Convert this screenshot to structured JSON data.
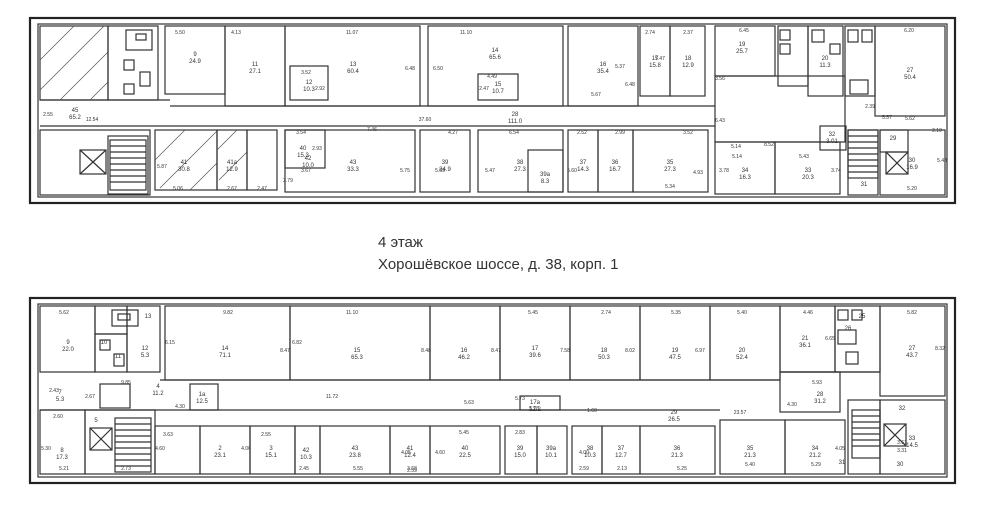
{
  "caption": {
    "floor": "4 этаж",
    "address": "Хорошёвское шоссе,  д. 38, корп. 1"
  },
  "top_plan": {
    "rooms": [
      {
        "n": "9",
        "a": "24.9"
      },
      {
        "n": "11",
        "a": "27.1"
      },
      {
        "n": "12",
        "a": "10.3"
      },
      {
        "n": "13",
        "a": "60.4"
      },
      {
        "n": "14",
        "a": "65.6"
      },
      {
        "n": "15",
        "a": "10.7"
      },
      {
        "n": "16",
        "a": "35.4"
      },
      {
        "n": "17",
        "a": "15.8"
      },
      {
        "n": "18",
        "a": "12.9"
      },
      {
        "n": "19",
        "a": "25.7"
      },
      {
        "n": "20",
        "a": "11.3"
      },
      {
        "n": "27",
        "a": "50.4"
      },
      {
        "n": "28",
        "a": "111.0"
      },
      {
        "n": "45",
        "a": "65.2"
      },
      {
        "n": "41",
        "a": "30.8"
      },
      {
        "n": "41a",
        "a": "12.9"
      },
      {
        "n": "40",
        "a": "15.3"
      },
      {
        "n": "42",
        "a": "10.0"
      },
      {
        "n": "43",
        "a": "33.3"
      },
      {
        "n": "39",
        "a": "24.9"
      },
      {
        "n": "38",
        "a": "27.3"
      },
      {
        "n": "39a",
        "a": "8.3"
      },
      {
        "n": "37",
        "a": "14.3"
      },
      {
        "n": "36",
        "a": "16.7"
      },
      {
        "n": "35",
        "a": "27.3"
      },
      {
        "n": "34",
        "a": "16.3"
      },
      {
        "n": "33",
        "a": "20.3"
      },
      {
        "n": "32",
        "a": "3.01"
      },
      {
        "n": "30",
        "a": "16.9"
      },
      {
        "n": "29",
        "a": ""
      },
      {
        "n": "31",
        "a": ""
      }
    ],
    "dims": [
      "5.50",
      "4.13",
      "11.07",
      "11.10",
      "6.45",
      "6.20",
      "2.74",
      "2.37",
      "3.52",
      "2.92",
      "6.48",
      "6.50",
      "5.67",
      "4.49",
      "2.47",
      "5.47",
      "5.37",
      "6.48",
      "3.56",
      "2.55",
      "12.54",
      "37.60",
      "7.46",
      "4.27",
      "6.54",
      "2.52",
      "2.99",
      "3.52",
      "6.43",
      "2.39",
      "5.57",
      "3.54",
      "2.93",
      "3.67",
      "5.75",
      "5.09",
      "5.47",
      "5.60",
      "5.34",
      "4.93",
      "5.14",
      "8.52",
      "5.43",
      "3.74",
      "3.78",
      "5.20",
      "5.62",
      "5.06",
      "2.67",
      "2.47",
      "5.87",
      "2.79",
      "2.10",
      "5.48",
      "5.14"
    ]
  },
  "bottom_plan": {
    "rooms": [
      {
        "n": "9",
        "a": "22.0"
      },
      {
        "n": "10",
        "a": ""
      },
      {
        "n": "11",
        "a": ""
      },
      {
        "n": "13",
        "a": ""
      },
      {
        "n": "12",
        "a": "5.3"
      },
      {
        "n": "14",
        "a": "71.1"
      },
      {
        "n": "15",
        "a": "65.3"
      },
      {
        "n": "16",
        "a": "46.2"
      },
      {
        "n": "17",
        "a": "39.6"
      },
      {
        "n": "18",
        "a": "50.3"
      },
      {
        "n": "19",
        "a": "47.5"
      },
      {
        "n": "20",
        "a": "52.4"
      },
      {
        "n": "21",
        "a": "36.1"
      },
      {
        "n": "25",
        "a": ""
      },
      {
        "n": "26",
        "a": ""
      },
      {
        "n": "27",
        "a": "43.7"
      },
      {
        "n": "28",
        "a": "31.2"
      },
      {
        "n": "8",
        "a": "17.3"
      },
      {
        "n": "7",
        "a": "5.3"
      },
      {
        "n": "4",
        "a": "11.2"
      },
      {
        "n": "1a",
        "a": "12.5"
      },
      {
        "n": "17a",
        "a": "12.2"
      },
      {
        "n": "29",
        "a": "26.5"
      },
      {
        "n": "5",
        "a": ""
      },
      {
        "n": "2",
        "a": "23.1"
      },
      {
        "n": "3",
        "a": "15.1"
      },
      {
        "n": "42",
        "a": "10.3"
      },
      {
        "n": "43",
        "a": "23.8"
      },
      {
        "n": "41",
        "a": "12.4"
      },
      {
        "n": "40",
        "a": "22.5"
      },
      {
        "n": "39",
        "a": "15.0"
      },
      {
        "n": "39a",
        "a": "10.1"
      },
      {
        "n": "38",
        "a": "10.3"
      },
      {
        "n": "37",
        "a": "12.7"
      },
      {
        "n": "36",
        "a": "21.3"
      },
      {
        "n": "35",
        "a": "21.3"
      },
      {
        "n": "34",
        "a": "21.2"
      },
      {
        "n": "32",
        "a": ""
      },
      {
        "n": "33",
        "a": "14.5"
      },
      {
        "n": "31",
        "a": ""
      },
      {
        "n": "30",
        "a": ""
      }
    ],
    "dims": [
      "5.62",
      "9.82",
      "11.10",
      "5.45",
      "2.74",
      "5.35",
      "5.40",
      "4.46",
      "5.82",
      "6.15",
      "6.82",
      "8.47",
      "8.48",
      "8.47",
      "7.58",
      "8.02",
      "6.97",
      "6.65",
      "8.32",
      "9.85",
      "2.67",
      "2.43",
      "4.30",
      "11.72",
      "5.63",
      "5.73",
      "5.78",
      "1.60",
      "23.57",
      "5.93",
      "4.30",
      "2.60",
      "5.30",
      "5.21",
      "2.73",
      "3.63",
      "4.60",
      "2.55",
      "4.06",
      "5.45",
      "2.83",
      "4.60",
      "3.68",
      "4.05",
      "4.00",
      "5.25",
      "2.59",
      "2.13",
      "5.40",
      "5.29",
      "3.61",
      "3.31",
      "4.05",
      "2.45",
      "5.55",
      "2.59"
    ]
  }
}
